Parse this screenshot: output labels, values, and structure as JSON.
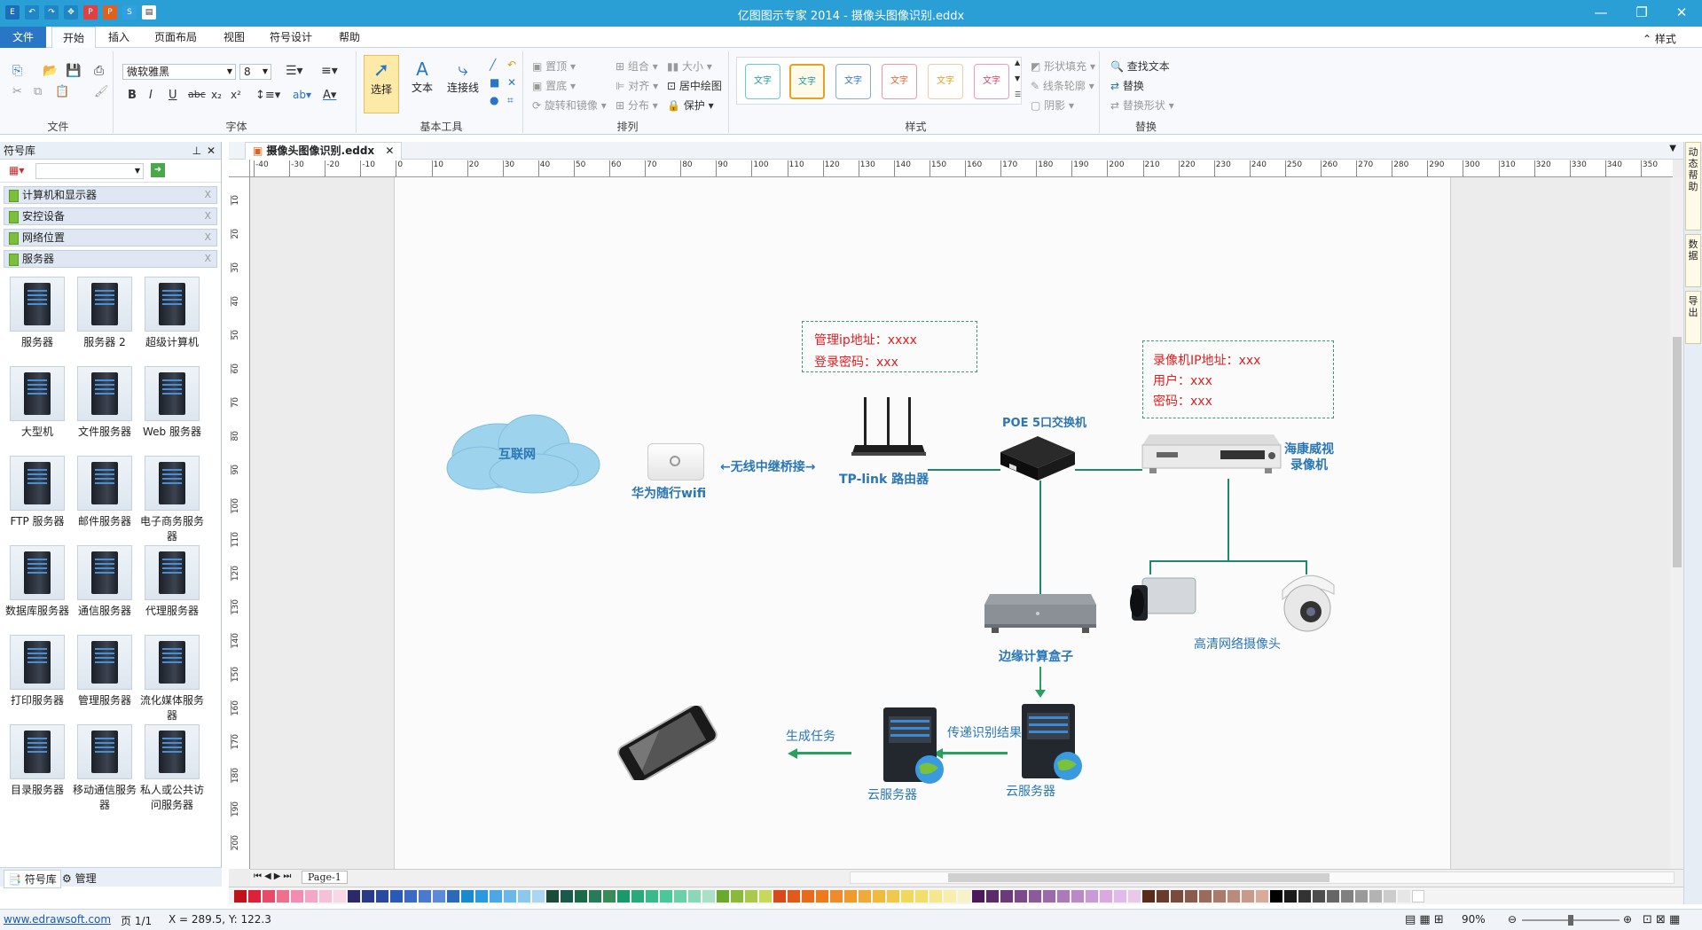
{
  "app": {
    "title": "亿图图示专家 2014 - 摄像头图像识别.eddx"
  },
  "menu": [
    "文件",
    "开始",
    "插入",
    "页面布局",
    "视图",
    "符号设计",
    "帮助"
  ],
  "menu_right": "样式",
  "ribbon": {
    "font_name": "微软雅黑",
    "font_size": "8",
    "groups": [
      "文件",
      "字体",
      "基本工具",
      "排列",
      "样式",
      "替换"
    ],
    "basic_tools": {
      "select": "选择",
      "text": "文本",
      "connector": "连接线"
    },
    "arrange": {
      "top": "置顶",
      "bottom": "置底",
      "rotate": "旋转和镜像",
      "group": "组合",
      "align": "对齐",
      "distribute": "分布",
      "size": "大小",
      "center": "居中绘图",
      "protect": "保护"
    },
    "style_label": "文字",
    "shape": {
      "fill": "形状填充",
      "line": "线条轮廓",
      "shadow": "阴影"
    },
    "replace": {
      "find": "查找文本",
      "replace": "替换",
      "replace_shape": "替换形状"
    }
  },
  "library": {
    "title": "符号库",
    "categories": [
      "计算机和显示器",
      "安控设备",
      "网络位置",
      "服务器"
    ],
    "symbols": [
      "服务器",
      "服务器 2",
      "超级计算机",
      "大型机",
      "文件服务器",
      "Web 服务器",
      "FTP 服务器",
      "邮件服务器",
      "电子商务服务器",
      "数据库服务器",
      "通信服务器",
      "代理服务器",
      "打印服务器",
      "管理服务器",
      "流化媒体服务器",
      "目录服务器",
      "移动通信服务器",
      "私人或公共访问服务器"
    ],
    "bottom_tabs": [
      "符号库",
      "管理"
    ]
  },
  "document": {
    "tab": "摄像头图像识别.eddx",
    "page_tab": "Page-1",
    "ruler_marks": [
      "-40",
      "-30",
      "-20",
      "-10",
      "0",
      "10",
      "20",
      "30",
      "40",
      "50",
      "60",
      "70",
      "80",
      "90",
      "100",
      "110",
      "120",
      "130",
      "140",
      "150",
      "160",
      "170",
      "180",
      "190",
      "200",
      "210",
      "220",
      "230",
      "240",
      "250",
      "260",
      "270",
      "280",
      "290",
      "300",
      "310",
      "320",
      "330",
      "340",
      "350"
    ],
    "vruler_marks": [
      "10",
      "20",
      "30",
      "40",
      "50",
      "60",
      "70",
      "80",
      "90",
      "100",
      "110",
      "120",
      "130",
      "140",
      "150",
      "160",
      "170",
      "180",
      "190",
      "200"
    ]
  },
  "diagram": {
    "internet": "互联网",
    "wifi": "华为随行wifi",
    "bridge": "←无线中继桥接→",
    "router": "TP-link 路由器",
    "router_info": [
      "管理ip地址：xxxx",
      "登录密码：xxx"
    ],
    "switch": "POE 5口交换机",
    "nvr_info": [
      "录像机IP地址：xxx",
      "用户：xxx",
      "密码：xxx"
    ],
    "nvr": "海康威视\n录像机",
    "cameras": "高清网络摄像头",
    "edge_box": "边缘计算盒子",
    "cloud1": "云服务器",
    "cloud2": "云服务器",
    "pass_result": "传递识别结果",
    "gen_task": "生成任务"
  },
  "colors": [
    "#c0121a",
    "#e0203a",
    "#e84a6a",
    "#ee6f8e",
    "#f28cb0",
    "#f4a6c6",
    "#f6c0d6",
    "#f8d8e6",
    "#2a2a6a",
    "#2a3a8a",
    "#2a4aa0",
    "#2a5ab8",
    "#3a6ac6",
    "#4a7ad0",
    "#5a8ad8",
    "#2a6ab8",
    "#1a8ad0",
    "#2a9ae0",
    "#4aa8e6",
    "#6ab8ea",
    "#8ac8ee",
    "#aad6f2",
    "#1a4a3a",
    "#1a5a4a",
    "#1a6a4a",
    "#2a7a5a",
    "#3a8a5a",
    "#1a9a6a",
    "#2aaa7a",
    "#3aba8a",
    "#4ac89a",
    "#6ad0a8",
    "#8ad8b8",
    "#aadfc8",
    "#6aaa2a",
    "#8aba3a",
    "#aac84a",
    "#c8d85a",
    "#d84a1a",
    "#e05a1a",
    "#e86a1a",
    "#f07a1a",
    "#f08a2a",
    "#f09a2a",
    "#f0aa3a",
    "#f0ba3a",
    "#f0c84a",
    "#f0d85a",
    "#f0e06a",
    "#f4e88a",
    "#f6eeaa",
    "#f8f2c8",
    "#4a1a5a",
    "#5a2a6a",
    "#6a3a7a",
    "#7a4a8a",
    "#8a5a9a",
    "#9a6aaa",
    "#aa7aba",
    "#ba8ac8",
    "#c89ad8",
    "#d8aae0",
    "#e0bae8",
    "#e8cae8",
    "#5a2a1a",
    "#6a3a2a",
    "#7a4a3a",
    "#8a5a4a",
    "#9a6a5a",
    "#aa7a6a",
    "#ba8a7a",
    "#c89a8a",
    "#d8aa9a",
    "#000000",
    "#1a1a1a",
    "#333333",
    "#4d4d4d",
    "#666666",
    "#808080",
    "#999999",
    "#b3b3b3",
    "#cccccc",
    "#e6e6e6",
    "#ffffff"
  ],
  "status": {
    "url": "www.edrawsoft.com",
    "page": "页 1/1",
    "coords": "X = 289.5, Y: 122.3",
    "zoom": "90%"
  },
  "right_rail": [
    "动态帮助",
    "数据",
    "导出"
  ]
}
